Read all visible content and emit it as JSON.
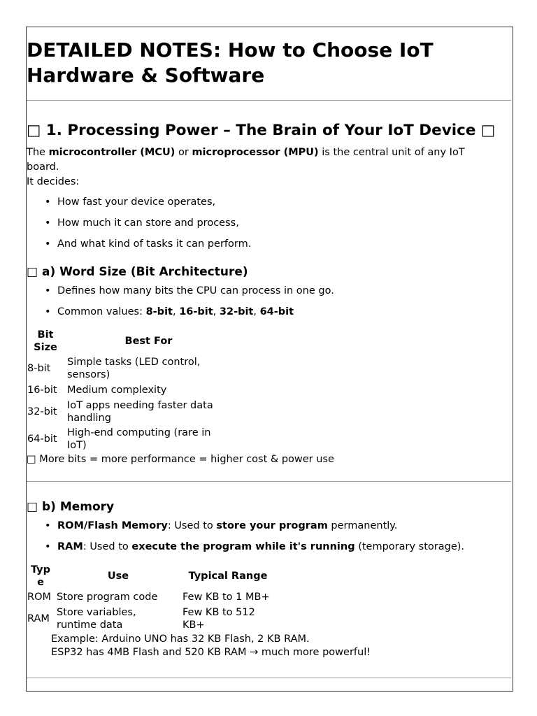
{
  "title": "DETAILED NOTES: How to Choose IoT Hardware & Software",
  "section1": {
    "heading": "□ 1. Processing Power – The Brain of Your IoT Device □",
    "intro": {
      "t1": "The ",
      "b1": "microcontroller (MCU)",
      "t2": " or ",
      "b2": "microprocessor (MPU)",
      "t3": " is the central unit of any IoT board."
    },
    "decides": "It decides:",
    "bullets": [
      "How fast your device operates,",
      "How much it can store and process,",
      "And what kind of tasks it can perform."
    ],
    "word_size": {
      "heading": "□ a) Word Size (Bit Architecture)",
      "bullet1": "Defines how many bits the CPU can process in one go.",
      "bullet2": {
        "prefix": "Common values: ",
        "v1": "8-bit",
        "sep": ", ",
        "v2": "16-bit",
        "v3": "32-bit",
        "v4": "64-bit"
      },
      "table": {
        "headers": [
          "Bit Size",
          "Best For"
        ],
        "rows": [
          [
            "8-bit",
            "Simple tasks (LED control, sensors)"
          ],
          [
            "16-bit",
            "Medium complexity"
          ],
          [
            "32-bit",
            "IoT apps needing faster data handling"
          ],
          [
            "64-bit",
            "High-end computing (rare in IoT)"
          ]
        ]
      },
      "note": "□ More bits = more performance = higher cost & power use"
    },
    "memory": {
      "heading": "□ b) Memory",
      "bullet1": {
        "b1": "ROM/Flash Memory",
        "t1": ": Used to ",
        "b2": "store your program",
        "t2": " permanently."
      },
      "bullet2": {
        "b1": "RAM",
        "t1": ": Used to ",
        "b2": "execute the program while it's running",
        "t2": " (temporary storage)."
      },
      "table": {
        "headers": [
          "Type",
          "Use",
          "Typical Range"
        ],
        "rows": [
          [
            "ROM",
            "Store program code",
            "Few KB to 1 MB+"
          ],
          [
            "RAM",
            "Store variables, runtime data",
            "Few KB to 512 KB+"
          ]
        ]
      },
      "example1": "Example: Arduino UNO has 32 KB Flash, 2 KB RAM.",
      "example2": "ESP32 has 4MB Flash and 520 KB RAM → much more powerful!"
    }
  }
}
